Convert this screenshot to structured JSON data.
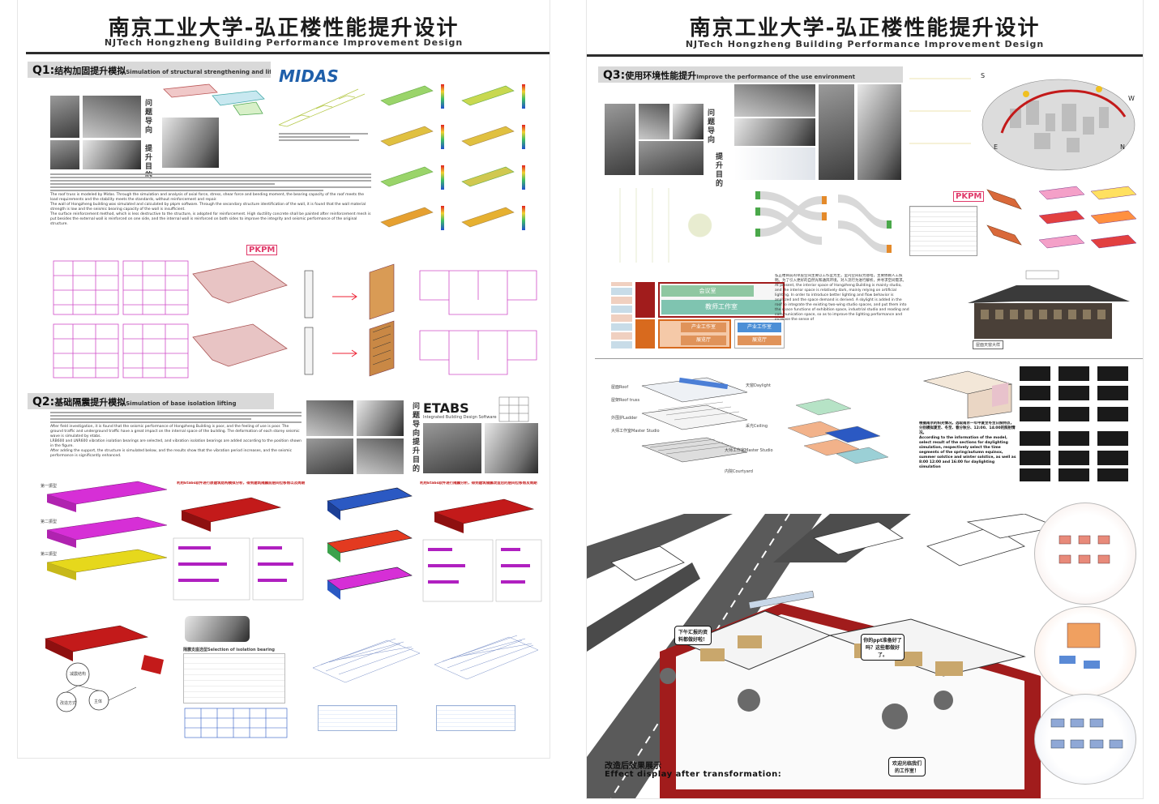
{
  "left": {
    "title": "南京工业大学-弘正楼性能提升设计",
    "subtitle": "NJTech Hongzheng Building Performance Improvement Design",
    "q1": {
      "code": "Q1:",
      "cn": "结构加固提升模拟",
      "en": "Simulation of structural strengthening and lifting"
    },
    "q1_side_labels": [
      "问题导向",
      "提升目的"
    ],
    "q2": {
      "code": "Q2:",
      "cn": "基础隔震提升模拟",
      "en": "Simulation of base isolation lifting"
    },
    "q2_side_labels": [
      "问题导向",
      "提升目的"
    ],
    "logos": {
      "midas": "MIDAS",
      "pkpm": "PKPM",
      "etabs": "ETABS"
    },
    "etabs_sub": "Integrated Building Design Software",
    "q1_paragraph": [
      "The roof truss is modeled by Midas. Through the simulation and analysis of axial force, stress, shear force and bending moment, the bearing capacity of the roof meets the load requirements and the stability meets the standards, without reinforcement and repair.",
      "The wall of Hongzheng building was simulated and calculated by pkpm software. Through the secondary structure identification of the wall, it is found that the wall material strength is low and the seismic bearing capacity of the wall is insufficient.",
      "The surface reinforcement method, which is less destructive to the structure, is adopted for reinforcement. High ductility concrete shall be painted after reinforcement mesh is put besides the external wall is reinforced on one side, and the internal wall is reinforced on both sides to improve the integrity and seismic performance of the original structure."
    ],
    "q2_paragraph": [
      "After field investigation, it is found that the seismic performance of Hongzheng Building is poor, and the feeling of use is poor. The ground traffic and underground traffic have a great impact on the internal space of the building. The deformation of each storey seismic wave is simulated by etabs.",
      "LRB600 and LNR600 vibration isolation bearings are selected, and vibration isolation bearings are added according to the position shown in the figure.",
      "After adding the support, the structure is simulated below, and the results show that the vibration period increases, and the seismic performance is significantly enhanced."
    ],
    "q2_captions": [
      "利用Etabs软件进行原建筑结构模拟分析，得到建筑隔震前层间位移角以及周期",
      "利用Etabs软件进行隔震分析，得到建筑隔震改造后的层间位移角及周期"
    ],
    "q2_floor_tags": [
      "第一振型",
      "第二振型",
      "第三振型"
    ],
    "q2_table_title": "隔震支座选型Selection of isolation bearing",
    "q2_node_labels": [
      "减震结构",
      "改造方式",
      "主体"
    ]
  },
  "right": {
    "title": "南京工业大学-弘正楼性能提升设计",
    "subtitle": "NJTech Hongzheng Building Performance Improvement Design",
    "q3": {
      "code": "Q3:",
      "cn": "使用环境性能提升",
      "en": "Improve the performance of the use environment"
    },
    "q3_side_labels": [
      "问题导向",
      "提升目的"
    ],
    "logos": {
      "pkpm": "PKPM"
    },
    "space_chart_labels": [
      "会议室",
      "教师工作室",
      "产业工作室",
      "展览厅",
      "产业工作室",
      "展览厅"
    ],
    "q3_paragraph": [
      "弘正楼目前的单层空间主要以工作室为主，室内空间较为昏暗，主要依赖人工照明。为了引入更好的自然光和通风环境，对人流行为进行解析，并寻求空间需求。",
      "At present, the interior space of Hongzheng Building is mainly studio, and the interior space is relatively dark, mainly relying on artificial lighting. In order to introduce better lighting and flow behavior is analyzed and the space demand is derived. A skylight is added in the roof to integrate the existing two-wing studio spaces, and put them into the space functions of exhibition space, industrial studio and reading and communication space, so as to improve the lighting performance and increase the sense of"
    ],
    "axo_labels": [
      "屋面Roof",
      "屋架Roof truss",
      "天窗Daylight",
      "采光Ceiling",
      "外围护Ladder",
      "大师工作室Master Studio",
      "大师工作室Master Studio",
      "内院Courtyard"
    ],
    "daylight_text": [
      "根据南京的阳光情况，选取南京一年中夏至冬至日照特点，分别模拟夏至、冬至、春分秋分、12:00、14:00的照射情况。",
      "According to the information of the model, select result of the sections for daylighting simulation, respectively select the time segments of the spring/autumn equinox, summer solstice and winter solstice, as well as 8:00 12:00 and 16:00 for daylighting simulation"
    ],
    "effect_bubbles": [
      "下午汇报的资料都做好啦！",
      "你的ppt准备好了吗？这些都做好了。",
      "欢迎光临我们的工作室！"
    ],
    "effect_caption_cn": "改造后效果展示",
    "effect_caption_en": "Effect display after transformation:",
    "facade_tag": "屋面天窗大样"
  },
  "colors": {
    "magenta": "#d62fd6",
    "red": "#c31a1a",
    "blue": "#2b59c3",
    "crimson": "#a11c1c",
    "grey_band": "#d9d9d9"
  }
}
